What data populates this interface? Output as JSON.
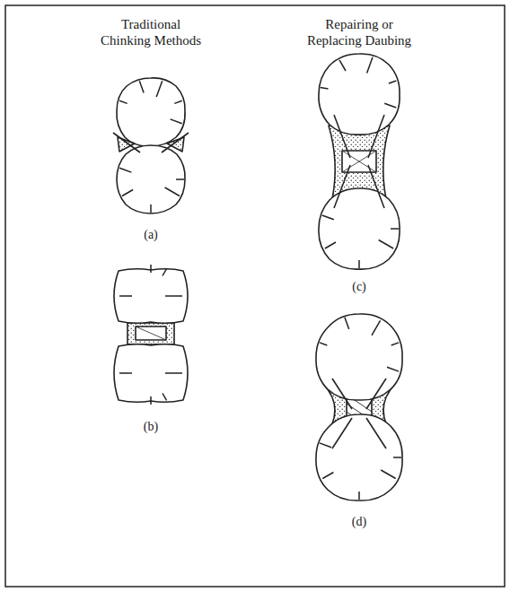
{
  "diagram": {
    "labels": [
      "Traditional Chinking Methods",
      "Repairing or Replacing Daubing",
      "(a)",
      "(b)",
      "(c)",
      "(d)"
    ]
  }
}
